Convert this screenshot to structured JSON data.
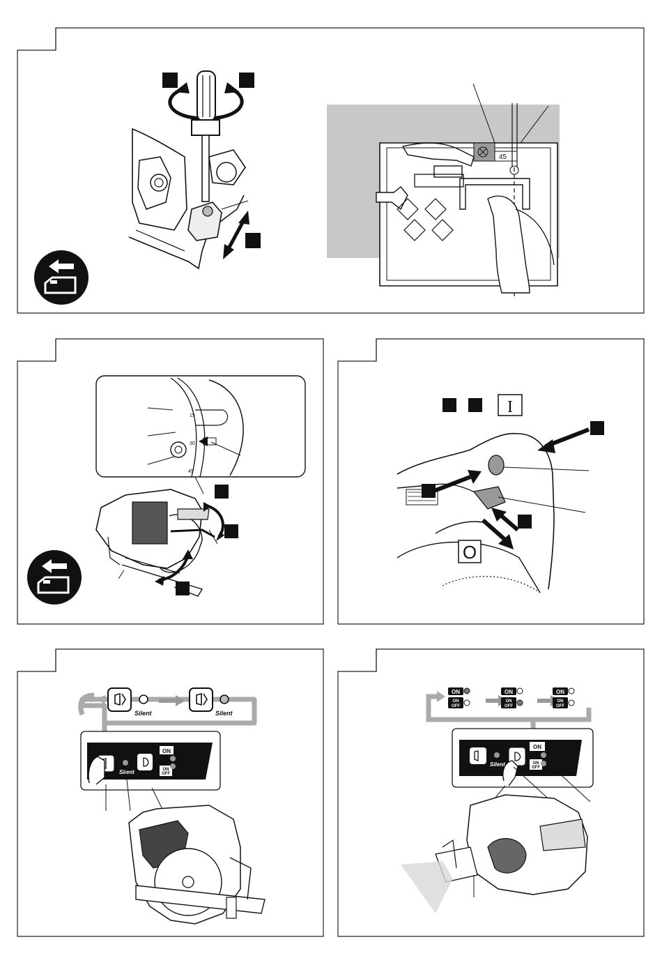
{
  "panel1": {
    "scale_marking": "45"
  },
  "panel4": {
    "switch_on_symbol": "I",
    "switch_off_symbol": "O"
  },
  "panel5": {
    "silent_label_a": "Silent",
    "silent_label_b": "Silent",
    "silent_label_panel": "Silent",
    "on_label": "ON",
    "onoff_label_top": "ON",
    "onoff_label_bottom": "OFF"
  },
  "panel6": {
    "state1_on": "ON",
    "state1_onoff_top": "ON",
    "state1_onoff_bottom": "OFF",
    "state2_on": "ON",
    "state2_onoff_top": "ON",
    "state2_onoff_bottom": "OFF",
    "state3_on": "ON",
    "state3_onoff_top": "ON",
    "state3_onoff_bottom": "OFF",
    "panel_silent": "Silent",
    "panel_on": "ON",
    "panel_onoff_top": "ON",
    "panel_onoff_bottom": "OFF"
  },
  "icons": {
    "battery_remove_1": "battery-remove-icon",
    "battery_remove_2": "battery-remove-icon"
  }
}
